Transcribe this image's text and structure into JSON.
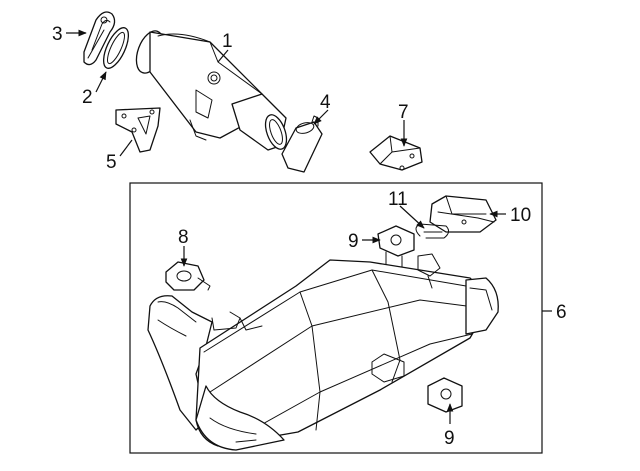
{
  "callouts": {
    "p1": "1",
    "p2": "2",
    "p3": "3",
    "p4": "4",
    "p5": "5",
    "p6": "6",
    "p7": "7",
    "p8": "8",
    "p9_upper": "9",
    "p9_lower": "9",
    "p10": "10",
    "p11": "11"
  }
}
